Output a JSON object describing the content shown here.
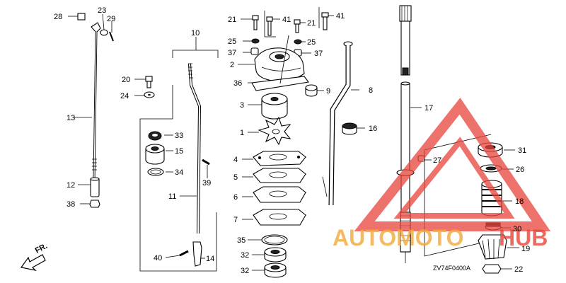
{
  "diagram": {
    "code": "ZV74F0400A",
    "direction_label": "FR.",
    "callouts": [
      {
        "id": "c28",
        "text": "28"
      },
      {
        "id": "c23",
        "text": "23"
      },
      {
        "id": "c29",
        "text": "29"
      },
      {
        "id": "c10",
        "text": "10"
      },
      {
        "id": "c20",
        "text": "20"
      },
      {
        "id": "c24",
        "text": "24"
      },
      {
        "id": "c13",
        "text": "13"
      },
      {
        "id": "c33",
        "text": "33"
      },
      {
        "id": "c15",
        "text": "15"
      },
      {
        "id": "c34",
        "text": "34"
      },
      {
        "id": "c39",
        "text": "39"
      },
      {
        "id": "c11",
        "text": "11"
      },
      {
        "id": "c12",
        "text": "12"
      },
      {
        "id": "c38",
        "text": "38"
      },
      {
        "id": "c40",
        "text": "40"
      },
      {
        "id": "c14",
        "text": "14"
      },
      {
        "id": "c21a",
        "text": "21"
      },
      {
        "id": "c41a",
        "text": "41"
      },
      {
        "id": "c21b",
        "text": "21"
      },
      {
        "id": "c41b",
        "text": "41"
      },
      {
        "id": "c25a",
        "text": "25"
      },
      {
        "id": "c25b",
        "text": "25"
      },
      {
        "id": "c37a",
        "text": "37"
      },
      {
        "id": "c37b",
        "text": "37"
      },
      {
        "id": "c2",
        "text": "2"
      },
      {
        "id": "c36",
        "text": "36"
      },
      {
        "id": "c9",
        "text": "9"
      },
      {
        "id": "c3",
        "text": "3"
      },
      {
        "id": "c1",
        "text": "1"
      },
      {
        "id": "c4",
        "text": "4"
      },
      {
        "id": "c5",
        "text": "5"
      },
      {
        "id": "c6",
        "text": "6"
      },
      {
        "id": "c7",
        "text": "7"
      },
      {
        "id": "c35",
        "text": "35"
      },
      {
        "id": "c32a",
        "text": "32"
      },
      {
        "id": "c32b",
        "text": "32"
      },
      {
        "id": "c8",
        "text": "8"
      },
      {
        "id": "c16",
        "text": "16"
      },
      {
        "id": "c17",
        "text": "17"
      },
      {
        "id": "c27",
        "text": "27"
      },
      {
        "id": "c31",
        "text": "31"
      },
      {
        "id": "c26",
        "text": "26"
      },
      {
        "id": "c18",
        "text": "18"
      },
      {
        "id": "c30",
        "text": "30"
      },
      {
        "id": "c19",
        "text": "19"
      },
      {
        "id": "c22",
        "text": "22"
      }
    ]
  },
  "watermark": {
    "text_a": "AUTOMOTO",
    "text_b": "HUB",
    "color_red": "#e8443a",
    "color_orange": "#f2a93b"
  }
}
